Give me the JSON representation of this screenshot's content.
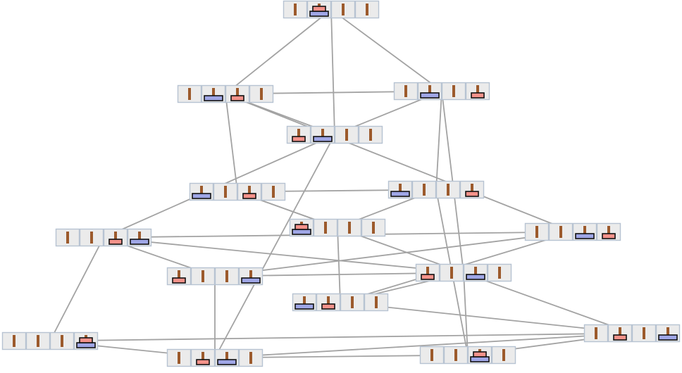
{
  "diagram": {
    "states": [
      {
        "id": "s01",
        "pegs": [
          [],
          [
            "large",
            "small"
          ],
          [],
          []
        ]
      },
      {
        "id": "s02",
        "pegs": [
          [],
          [
            "large"
          ],
          [
            "small"
          ],
          []
        ]
      },
      {
        "id": "s03",
        "pegs": [
          [],
          [
            "large"
          ],
          [],
          [
            "small"
          ]
        ]
      },
      {
        "id": "s04",
        "pegs": [
          [
            "small"
          ],
          [
            "large"
          ],
          [],
          []
        ]
      },
      {
        "id": "s05",
        "pegs": [
          [
            "large"
          ],
          [],
          [
            "small"
          ],
          []
        ]
      },
      {
        "id": "s06",
        "pegs": [
          [
            "large"
          ],
          [],
          [],
          [
            "small"
          ]
        ]
      },
      {
        "id": "s07",
        "pegs": [
          [
            "large",
            "small"
          ],
          [],
          [],
          []
        ]
      },
      {
        "id": "s08",
        "pegs": [
          [],
          [],
          [
            "small"
          ],
          [
            "large"
          ]
        ]
      },
      {
        "id": "s09",
        "pegs": [
          [],
          [],
          [
            "large"
          ],
          [
            "small"
          ]
        ]
      },
      {
        "id": "s10",
        "pegs": [
          [
            "small"
          ],
          [],
          [],
          [
            "large"
          ]
        ]
      },
      {
        "id": "s11",
        "pegs": [
          [
            "small"
          ],
          [],
          [
            "large"
          ],
          []
        ]
      },
      {
        "id": "s12",
        "pegs": [
          [
            "large"
          ],
          [
            "small"
          ],
          [],
          []
        ]
      },
      {
        "id": "s13",
        "pegs": [
          [],
          [],
          [],
          [
            "large",
            "small"
          ]
        ]
      },
      {
        "id": "s14",
        "pegs": [
          [],
          [
            "small"
          ],
          [],
          [
            "large"
          ]
        ]
      },
      {
        "id": "s15",
        "pegs": [
          [],
          [
            "small"
          ],
          [
            "large"
          ],
          []
        ]
      },
      {
        "id": "s16",
        "pegs": [
          [],
          [],
          [
            "large",
            "small"
          ],
          []
        ]
      }
    ],
    "edges": [
      [
        "s01",
        "s02"
      ],
      [
        "s01",
        "s03"
      ],
      [
        "s01",
        "s04"
      ],
      [
        "s02",
        "s03"
      ],
      [
        "s02",
        "s04"
      ],
      [
        "s03",
        "s04"
      ],
      [
        "s02",
        "s05"
      ],
      [
        "s02",
        "s09"
      ],
      [
        "s03",
        "s06"
      ],
      [
        "s03",
        "s11"
      ],
      [
        "s04",
        "s08"
      ],
      [
        "s04",
        "s15"
      ],
      [
        "s05",
        "s06"
      ],
      [
        "s05",
        "s07"
      ],
      [
        "s05",
        "s14"
      ],
      [
        "s06",
        "s07"
      ],
      [
        "s06",
        "s16"
      ],
      [
        "s07",
        "s12"
      ],
      [
        "s09",
        "s08"
      ],
      [
        "s09",
        "s10"
      ],
      [
        "s09",
        "s12"
      ],
      [
        "s08",
        "s10"
      ],
      [
        "s08",
        "s11"
      ],
      [
        "s08",
        "s13"
      ],
      [
        "s10",
        "s11"
      ],
      [
        "s10",
        "s15"
      ],
      [
        "s11",
        "s12"
      ],
      [
        "s11",
        "s16"
      ],
      [
        "s12",
        "s14"
      ],
      [
        "s13",
        "s14"
      ],
      [
        "s13",
        "s15"
      ],
      [
        "s14",
        "s15"
      ],
      [
        "s14",
        "s16"
      ],
      [
        "s15",
        "s16"
      ]
    ]
  },
  "colors": {
    "edge": "#a3a3a3",
    "cell_fill": "#ebebeb",
    "cell_border": "#b7c3d2",
    "peg": "#9c5a2c",
    "small_disk": "#f4928a",
    "large_disk": "#9fa6e6",
    "disk_outline": "#111111"
  }
}
